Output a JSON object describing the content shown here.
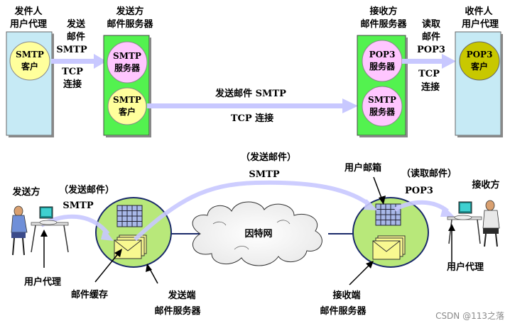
{
  "top": {
    "sender_agent": {
      "line1": "发件人",
      "line2": "用户代理",
      "client": [
        "SMTP",
        "客户"
      ]
    },
    "send_arrow_text": {
      "verb1": "发送",
      "verb2": "邮件",
      "proto": "SMTP",
      "tcp1": "TCP",
      "tcp2": "连接"
    },
    "sender_server": {
      "line1": "发送方",
      "line2": "邮件服务器",
      "smtp_server": [
        "SMTP",
        "服务器"
      ],
      "smtp_client": [
        "SMTP",
        "客户"
      ]
    },
    "middle_text": {
      "line1": "发送邮件  SMTP",
      "line2": "TCP  连接"
    },
    "receiver_server": {
      "line1": "接收方",
      "line2": "邮件服务器",
      "pop3_server": [
        "POP3",
        "服务器"
      ],
      "smtp_server": [
        "SMTP",
        "服务器"
      ]
    },
    "read_arrow_text": {
      "verb1": "读取",
      "verb2": "邮件",
      "proto": "POP3",
      "tcp1": "TCP",
      "tcp2": "连接"
    },
    "receiver_agent": {
      "line1": "收件人",
      "line2": "用户代理",
      "client": [
        "POP3",
        "客户"
      ]
    }
  },
  "bottom": {
    "sender_label": "发送方",
    "send_mail_label": "（发送邮件）",
    "send_proto_label": "SMTP",
    "top_send_label": "（发送邮件）",
    "top_proto_label": "SMTP",
    "internet_label": "因特网",
    "mailbox_label": "用户邮箱",
    "read_mail_label": "（读取邮件）",
    "read_proto_label": "POP3",
    "receiver_label": "接收方",
    "user_agent_left": "用户代理",
    "mail_cache_label": "邮件缓存",
    "send_server_line1": "发送端",
    "send_server_line2": "邮件服务器",
    "recv_server_line1": "接收端",
    "recv_server_line2": "邮件服务器",
    "user_agent_right": "用户代理"
  },
  "watermark": "CSDN @113之落",
  "colors": {
    "agent_box": "#c6eaf5",
    "server_box": "#53f24f",
    "client_circle": "#ffff9c",
    "server_circle": "#ffc6ff",
    "pop3_client_circle": "#c8c800",
    "arrow": "#c8c8ff",
    "server_globe": "#b8e87a",
    "mailbox_grid": "#a8b8e8",
    "envelope": "#f8f890"
  }
}
